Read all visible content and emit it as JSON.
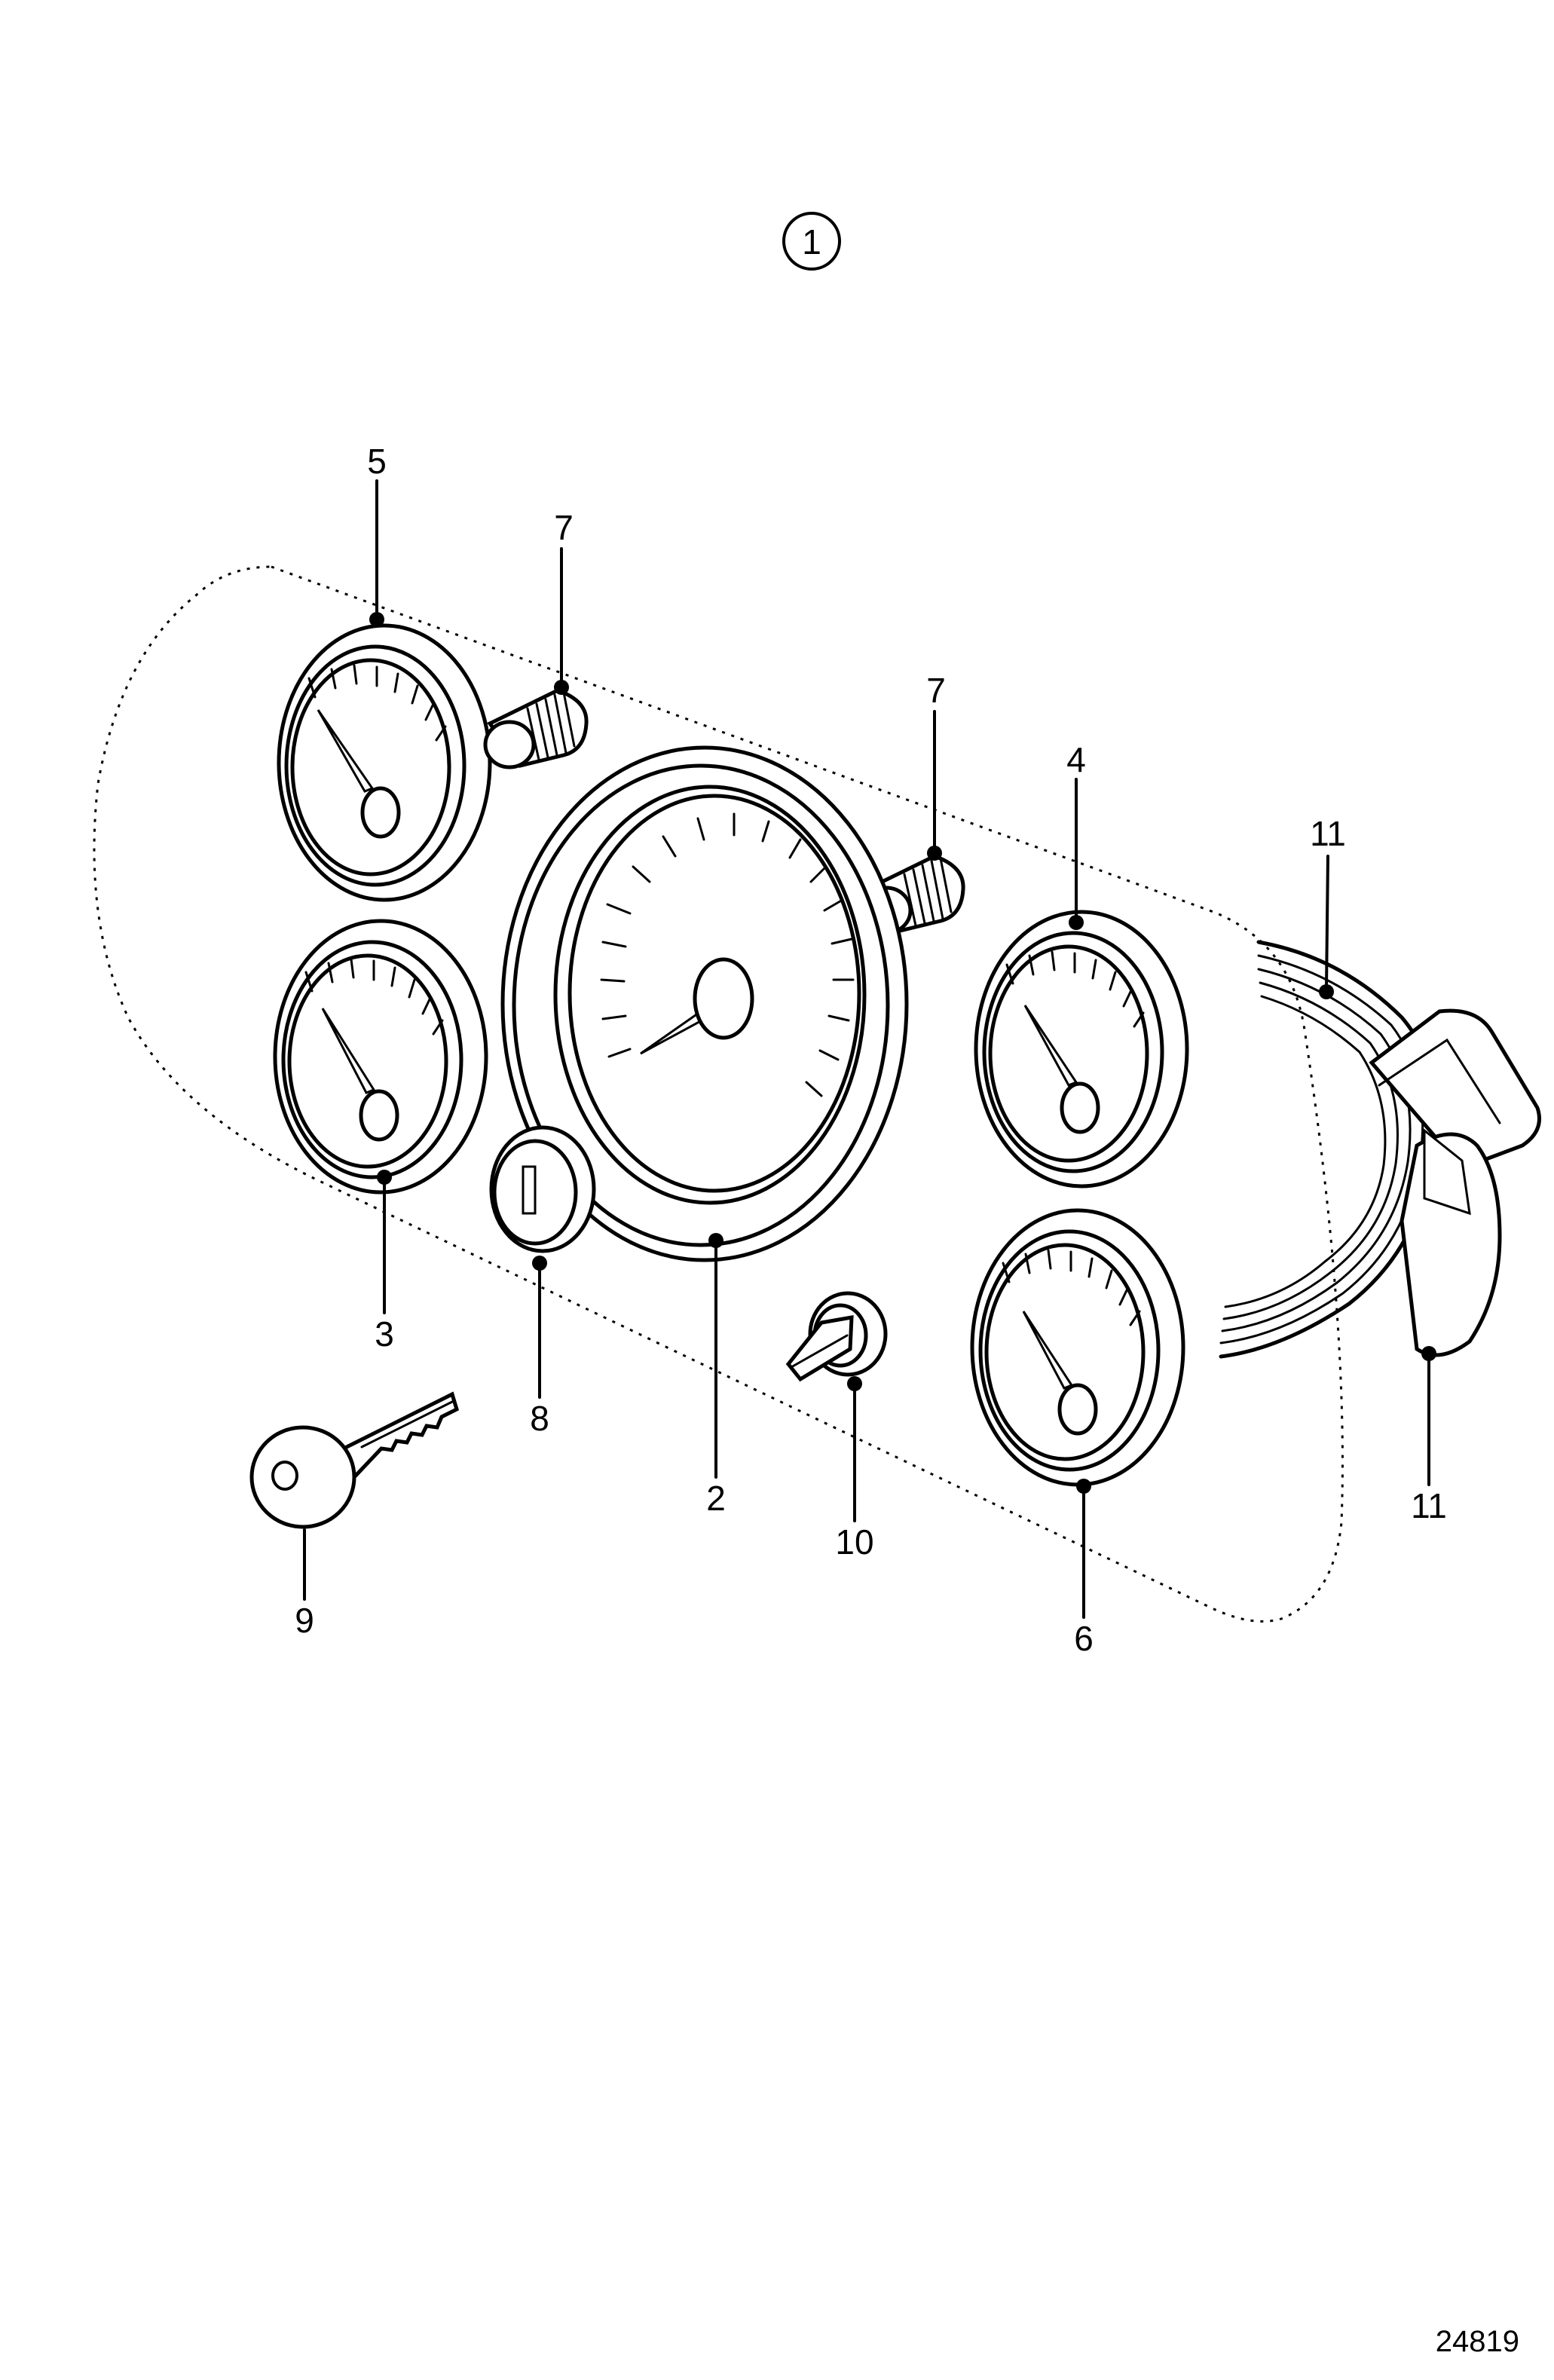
{
  "diagram": {
    "assembly_callout": "1",
    "drawing_number": "24819",
    "callouts": [
      {
        "id": "5",
        "label": "5"
      },
      {
        "id": "7a",
        "label": "7"
      },
      {
        "id": "7b",
        "label": "7"
      },
      {
        "id": "4",
        "label": "4"
      },
      {
        "id": "11a",
        "label": "11"
      },
      {
        "id": "3",
        "label": "3"
      },
      {
        "id": "8",
        "label": "8"
      },
      {
        "id": "2",
        "label": "2"
      },
      {
        "id": "10",
        "label": "10"
      },
      {
        "id": "6",
        "label": "6"
      },
      {
        "id": "11b",
        "label": "11"
      },
      {
        "id": "9",
        "label": "9"
      }
    ]
  }
}
